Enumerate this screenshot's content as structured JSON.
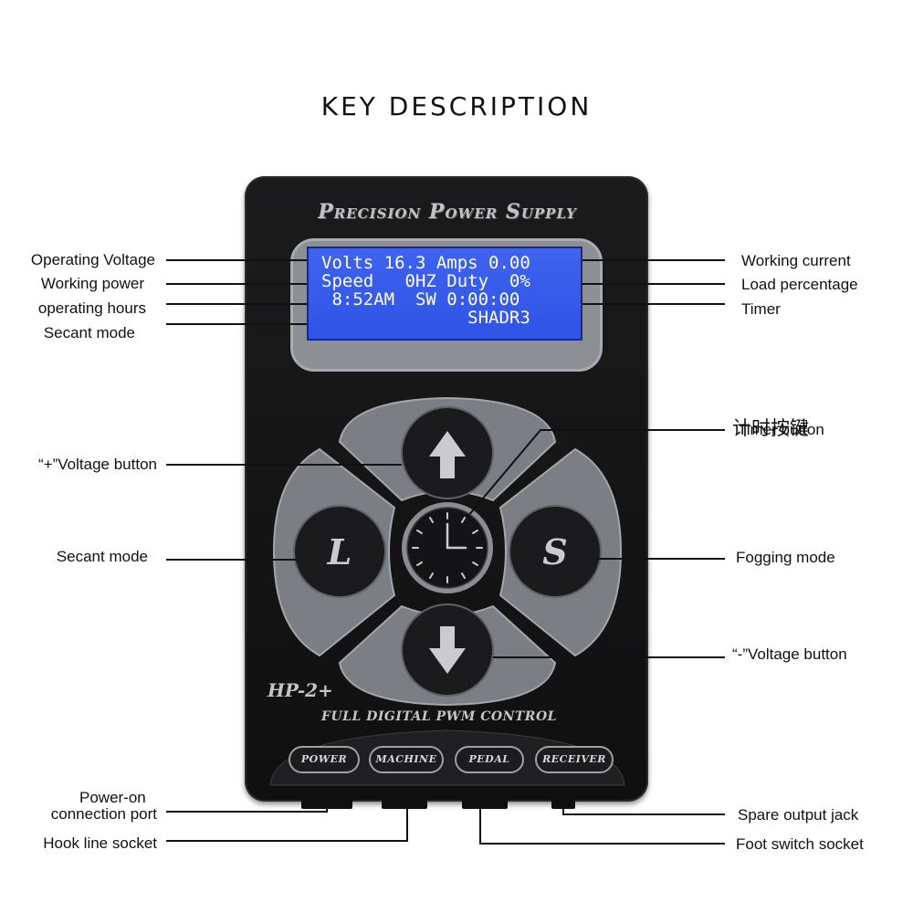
{
  "title": "KEY DESCRIPTION",
  "device": {
    "brand": "Precision Power Supply",
    "lcd": {
      "line1": "Volts 16.3 Amps 0.00",
      "line2": "Speed   0HZ Duty  0%",
      "line3": " 8:52AM  SW 0:00:00",
      "line4": "              SHADR3"
    },
    "buttons": {
      "up": "up-arrow",
      "down": "down-arrow",
      "left": "L",
      "right": "S",
      "center": "clock"
    },
    "model": "HP-2+",
    "tagline": "FULL DIGITAL PWM CONTROL",
    "ports": [
      "POWER",
      "MACHINE",
      "PEDAL",
      "RECEIVER"
    ]
  },
  "labels_left": {
    "operating_voltage": "Operating Voltage",
    "working_power": "Working power",
    "operating_hours": "operating hours",
    "secant_mode_lcd": "Secant mode",
    "plus_voltage": "“+”Voltage button",
    "secant_mode_btn": "Secant mode",
    "power_on_1": "Power-on",
    "power_on_2": "connection port",
    "hook_line": "Hook line socket"
  },
  "labels_right": {
    "working_current": "Working current",
    "load_percentage": "Load percentage",
    "timer": "Timer",
    "timer_button": "Timer button",
    "timer_button_cn": "计时按键",
    "fogging_mode": "Fogging mode",
    "minus_voltage": "“-”Voltage button",
    "spare_output": "Spare output jack",
    "foot_switch": "Foot switch socket"
  },
  "colors": {
    "lcd": "#3456e8",
    "device": "#151516",
    "button_face": "#1c1c1e",
    "pad_outline": "#8f9398"
  }
}
